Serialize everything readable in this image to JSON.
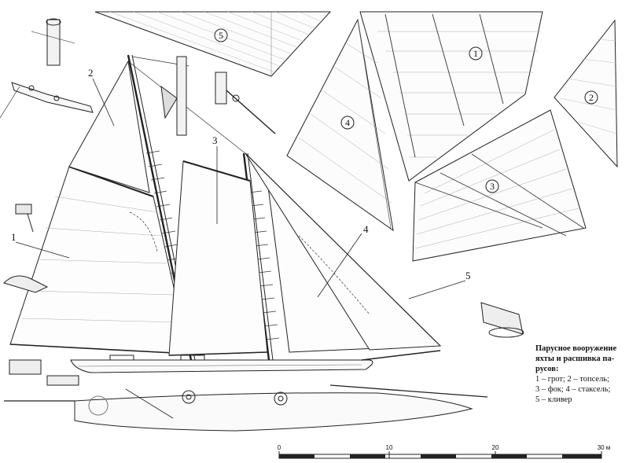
{
  "caption": {
    "title_lines": [
      "Парусное вооружение",
      "яхты и расшивка па-",
      "русов:"
    ],
    "legend_lines": [
      "1 – грот; 2 – топсель;",
      "3 – фок; 4 – стаксель;",
      "5 – кливер"
    ]
  },
  "callouts": {
    "c1": "1",
    "c2": "2",
    "c3": "3",
    "c4": "4",
    "c5": "5"
  },
  "sail_panels": {
    "p1": "1",
    "p2": "2",
    "p3": "3",
    "p4": "4",
    "p5": "5"
  },
  "scale_bar": {
    "labels": [
      "0",
      "10",
      "20",
      "30 м"
    ]
  }
}
